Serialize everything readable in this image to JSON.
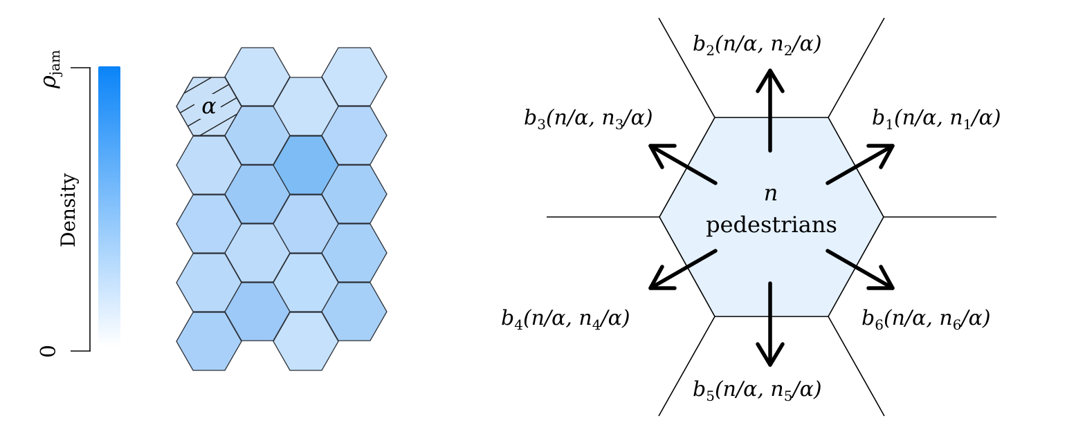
{
  "colorbar": {
    "top_label_base": "ρ",
    "top_label_sub": "jam",
    "bottom_label": "0",
    "axis_label": "Density",
    "gradient_top_color": "#0a84f8",
    "gradient_bottom_color": "#ffffff"
  },
  "grid": {
    "cell_label": "α",
    "cell_colors": [
      "#bfdcfa",
      "#b3d6fa",
      "#b8d9fa",
      "#a9d0f8",
      "#c9e2fc",
      "#aed3f9",
      "#9ac8f7",
      "#bcdbfa",
      "#9cc9f7",
      "#c8e2fc",
      "#7dbcf5",
      "#b2d5f9",
      "#bdddfc",
      "#c5e1fc",
      "#c9e3fd",
      "#b3d6fa",
      "#a3cef8",
      "#a7d0f8"
    ],
    "highlight_cell_color": "#c9e1f8"
  },
  "diagram": {
    "center_line1": "n",
    "center_line2": "pedestrians",
    "center_fill": "#e5f1fd",
    "labels": [
      {
        "prefix": "b",
        "sub": "1",
        "args": "(n/α, n",
        "argsub": "1",
        "tail": "/α)"
      },
      {
        "prefix": "b",
        "sub": "2",
        "args": "(n/α, n",
        "argsub": "2",
        "tail": "/α)"
      },
      {
        "prefix": "b",
        "sub": "3",
        "args": "(n/α, n",
        "argsub": "3",
        "tail": "/α)"
      },
      {
        "prefix": "b",
        "sub": "4",
        "args": "(n/α, n",
        "argsub": "4",
        "tail": "/α)"
      },
      {
        "prefix": "b",
        "sub": "5",
        "args": "(n/α, n",
        "argsub": "5",
        "tail": "/α)"
      },
      {
        "prefix": "b",
        "sub": "6",
        "args": "(n/α, n",
        "argsub": "6",
        "tail": "/α)"
      }
    ]
  }
}
